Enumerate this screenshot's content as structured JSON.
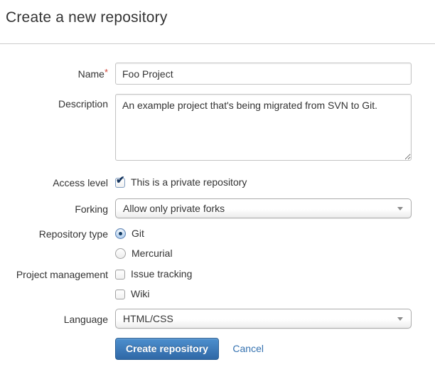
{
  "page": {
    "title": "Create a new repository"
  },
  "form": {
    "name": {
      "label": "Name",
      "required_marker": "*",
      "value": "Foo Project"
    },
    "description": {
      "label": "Description",
      "value": "An example project that's being migrated from SVN to Git."
    },
    "access_level": {
      "label": "Access level",
      "checkbox_label": "This is a private repository",
      "checked": true
    },
    "forking": {
      "label": "Forking",
      "selected_option": "Allow only private forks"
    },
    "repository_type": {
      "label": "Repository type",
      "options": [
        {
          "label": "Git",
          "selected": true
        },
        {
          "label": "Mercurial",
          "selected": false
        }
      ]
    },
    "project_management": {
      "label": "Project management",
      "options": [
        {
          "label": "Issue tracking",
          "checked": false
        },
        {
          "label": "Wiki",
          "checked": false
        }
      ]
    },
    "language": {
      "label": "Language",
      "selected_option": "HTML/CSS"
    },
    "actions": {
      "submit_label": "Create repository",
      "cancel_label": "Cancel"
    }
  },
  "colors": {
    "primary_button_top": "#4c8fce",
    "primary_button_bottom": "#3068a6",
    "link_blue": "#3572b0",
    "required_red": "#d04437",
    "divider_gray": "#cccccc",
    "text_dark": "#333333"
  }
}
